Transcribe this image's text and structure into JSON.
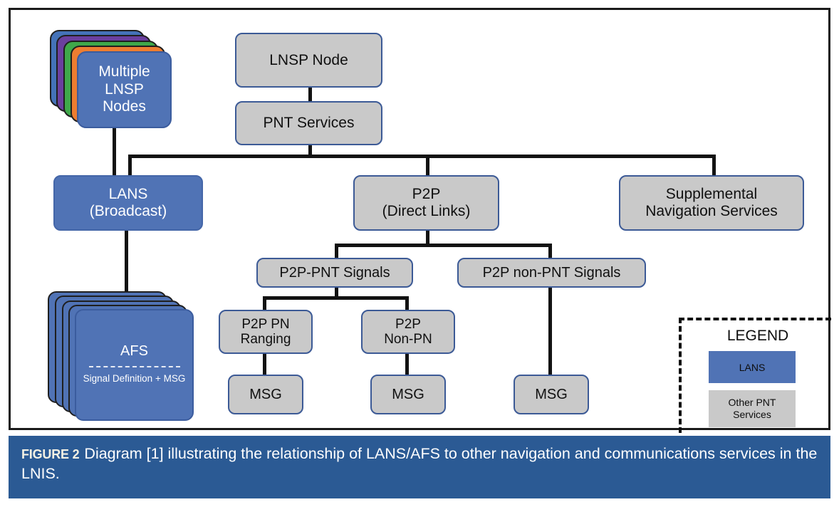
{
  "figure": {
    "tag": "FIGURE 2",
    "caption": "Diagram [1] illustrating the relationship of LANS/AFS to other navigation and communications services in the LNIS."
  },
  "nodes": {
    "multiple_lnsp_nodes": {
      "line1": "Multiple",
      "line2": "LNSP",
      "line3": "Nodes",
      "style": "blue-stack",
      "stack_colors": [
        "#4472b8",
        "#6b3f9e",
        "#3fa84a",
        "#ed7d31",
        "#5073b5"
      ]
    },
    "lnsp_node": {
      "line1": "LNSP Node",
      "style": "gray"
    },
    "pnt_services": {
      "line1": "PNT Services",
      "style": "gray"
    },
    "lans": {
      "line1": "LANS",
      "line2": "(Broadcast)",
      "style": "blue"
    },
    "p2p": {
      "line1": "P2P",
      "line2": "(Direct Links)",
      "style": "gray"
    },
    "supplemental_navigation_services": {
      "line1": "Supplemental",
      "line2": "Navigation Services",
      "style": "gray"
    },
    "afs": {
      "title": "AFS",
      "sub_line1": "Signal Definition",
      "sub_line2": "+",
      "sub_line3": "MSG",
      "style": "blue-stack"
    },
    "p2p_pnt_signals": {
      "line1": "P2P-PNT Signals",
      "style": "gray"
    },
    "p2p_non_pnt_signals": {
      "line1": "P2P non-PNT Signals",
      "style": "gray"
    },
    "p2p_pn_ranging": {
      "line1": "P2P PN",
      "line2": "Ranging",
      "style": "gray"
    },
    "p2p_non_pn": {
      "line1": "P2P",
      "line2": "Non-PN",
      "style": "gray"
    },
    "msg_left": {
      "line1": "MSG",
      "style": "gray"
    },
    "msg_mid": {
      "line1": "MSG",
      "style": "gray"
    },
    "msg_right": {
      "line1": "MSG",
      "style": "gray"
    }
  },
  "legend": {
    "title": "LEGEND",
    "items": [
      {
        "label": "LANS",
        "color": "#5073b5"
      },
      {
        "label_line1": "Other PNT",
        "label_line2": "Services",
        "color": "#c9c9c9"
      }
    ]
  },
  "colors": {
    "lans_blue": "#5073b5",
    "gray_box": "#c9c9c9",
    "box_border_blue": "#3c5a96",
    "connector_black": "#121212",
    "caption_bar_blue": "#2b5a94",
    "frame_black": "#1a1a1a"
  }
}
